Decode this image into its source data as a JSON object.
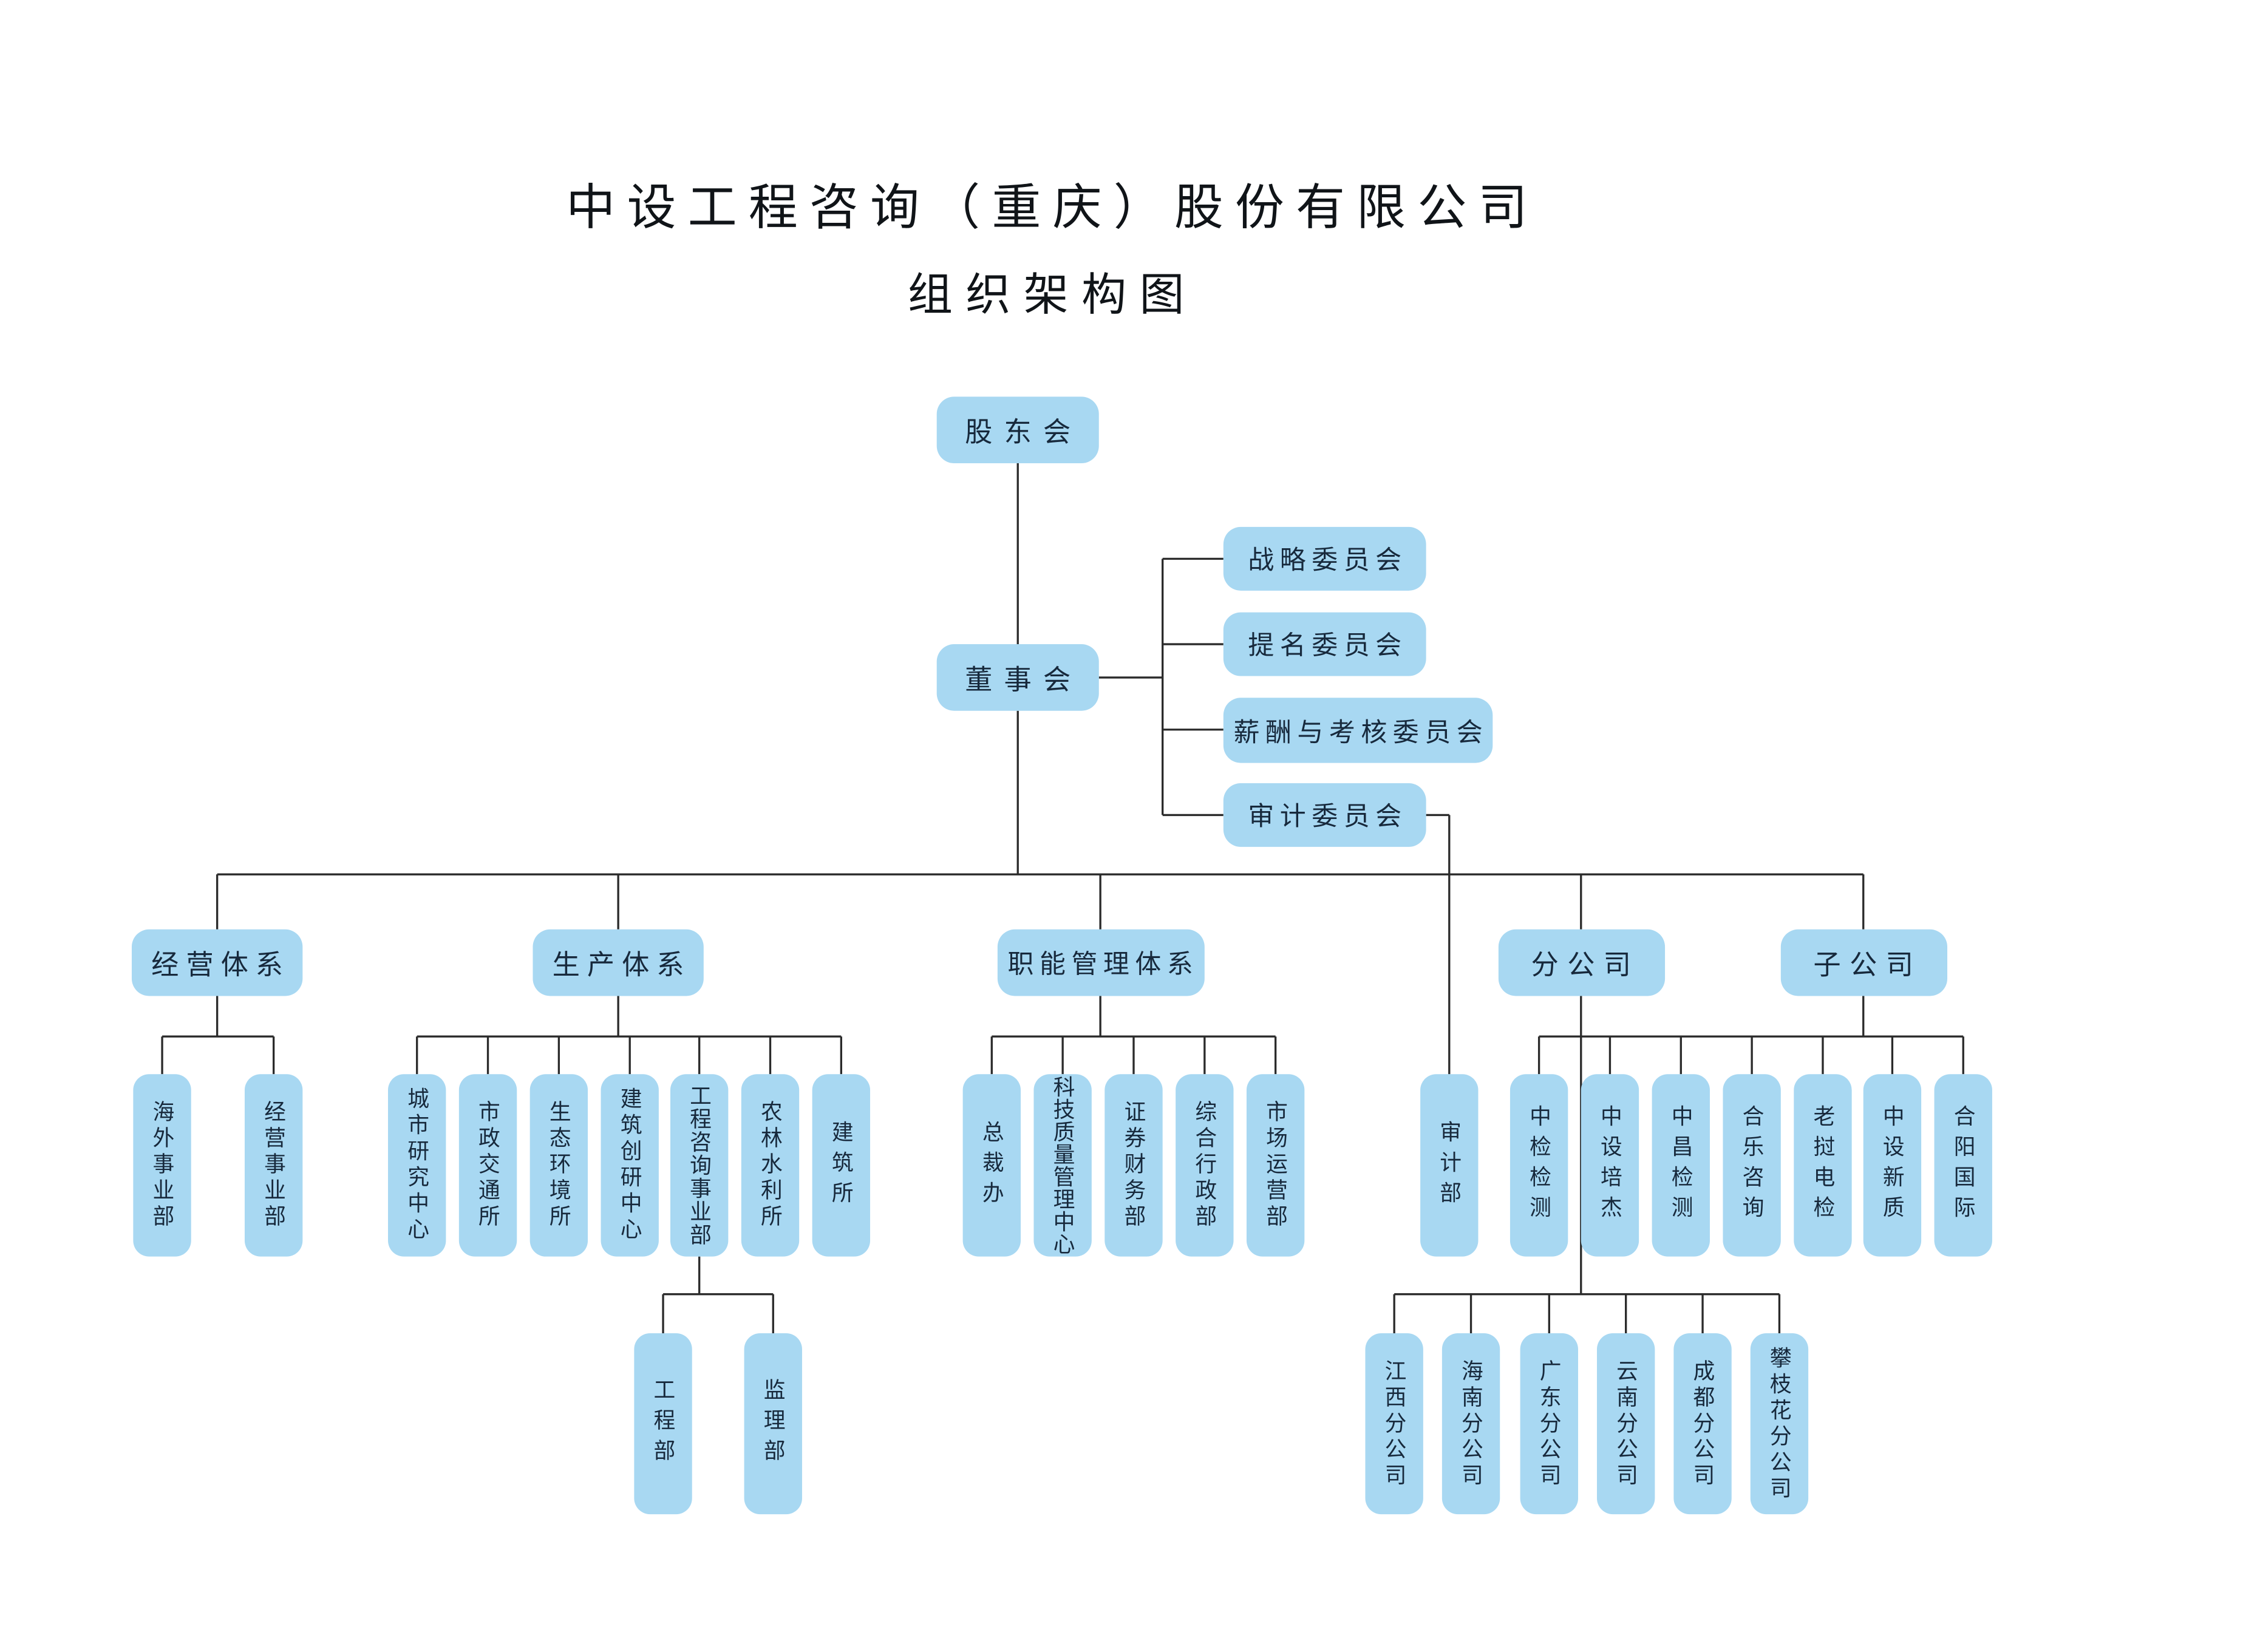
{
  "title": {
    "line1": "中设工程咨询（重庆）股份有限公司",
    "line2": "组织架构图"
  },
  "colors": {
    "box_fill": "#A8D8F2",
    "line": "#2B2B2B",
    "text": "#17293C",
    "background": "#FFFFFF"
  },
  "org": {
    "shareholders": {
      "id": "shareholders-meeting",
      "label": "股东会"
    },
    "board": {
      "id": "board-of-directors",
      "label": "董事会"
    },
    "committees": [
      {
        "id": "strategy-committee",
        "label": "战略委员会"
      },
      {
        "id": "nomination-committee",
        "label": "提名委员会"
      },
      {
        "id": "compensation-assessment-committee",
        "label": "薪酬与考核委员会"
      },
      {
        "id": "audit-committee",
        "label": "审计委员会"
      }
    ],
    "audit_department": {
      "id": "audit-department",
      "label": "审计部"
    },
    "systems": [
      {
        "id": "business-system",
        "label": "经营体系",
        "children": [
          {
            "id": "overseas-division",
            "label": "海外事业部"
          },
          {
            "id": "operations-division",
            "label": "经营事业部"
          }
        ]
      },
      {
        "id": "production-system",
        "label": "生产体系",
        "children": [
          {
            "id": "urban-research-center",
            "label": "城市研究中心"
          },
          {
            "id": "municipal-transport-institute",
            "label": "市政交通所"
          },
          {
            "id": "eco-environment-institute",
            "label": "生态环境所"
          },
          {
            "id": "architecture-innovation-center",
            "label": "建筑创研中心"
          },
          {
            "id": "engineering-consulting-division",
            "label": "工程咨询事业部",
            "children": [
              {
                "id": "engineering-dept",
                "label": "工程部"
              },
              {
                "id": "supervision-dept",
                "label": "监理部"
              }
            ]
          },
          {
            "id": "agriculture-forestry-water-institute",
            "label": "农林水利所"
          },
          {
            "id": "architecture-institute",
            "label": "建筑所"
          }
        ]
      },
      {
        "id": "functional-management-system",
        "label": "职能管理体系",
        "children": [
          {
            "id": "presidents-office",
            "label": "总裁办"
          },
          {
            "id": "tech-quality-management-center",
            "label": "科技质量管理中心"
          },
          {
            "id": "securities-finance-dept",
            "label": "证券财务部"
          },
          {
            "id": "general-administration-dept",
            "label": "综合行政部"
          },
          {
            "id": "market-operations-dept",
            "label": "市场运营部"
          }
        ]
      },
      {
        "id": "branch-companies",
        "label": "分公司",
        "children": [
          {
            "id": "jiangxi-branch",
            "label": "江西分公司"
          },
          {
            "id": "hainan-branch",
            "label": "海南分公司"
          },
          {
            "id": "guangdong-branch",
            "label": "广东分公司"
          },
          {
            "id": "yunnan-branch",
            "label": "云南分公司"
          },
          {
            "id": "chengdu-branch",
            "label": "成都分公司"
          },
          {
            "id": "panzhihua-branch",
            "label": "攀枝花分公司"
          }
        ]
      },
      {
        "id": "subsidiaries",
        "label": "子公司",
        "children": [
          {
            "id": "zhongjian-testing",
            "label": "中检检测"
          },
          {
            "id": "zhongshe-peijie",
            "label": "中设培杰"
          },
          {
            "id": "zhongchang-testing",
            "label": "中昌检测"
          },
          {
            "id": "hele-consulting",
            "label": "合乐咨询"
          },
          {
            "id": "laos-power-inspection",
            "label": "老挝电检"
          },
          {
            "id": "zhongshe-xinzhi",
            "label": "中设新质"
          },
          {
            "id": "heyang-international",
            "label": "合阳国际"
          }
        ]
      }
    ]
  }
}
